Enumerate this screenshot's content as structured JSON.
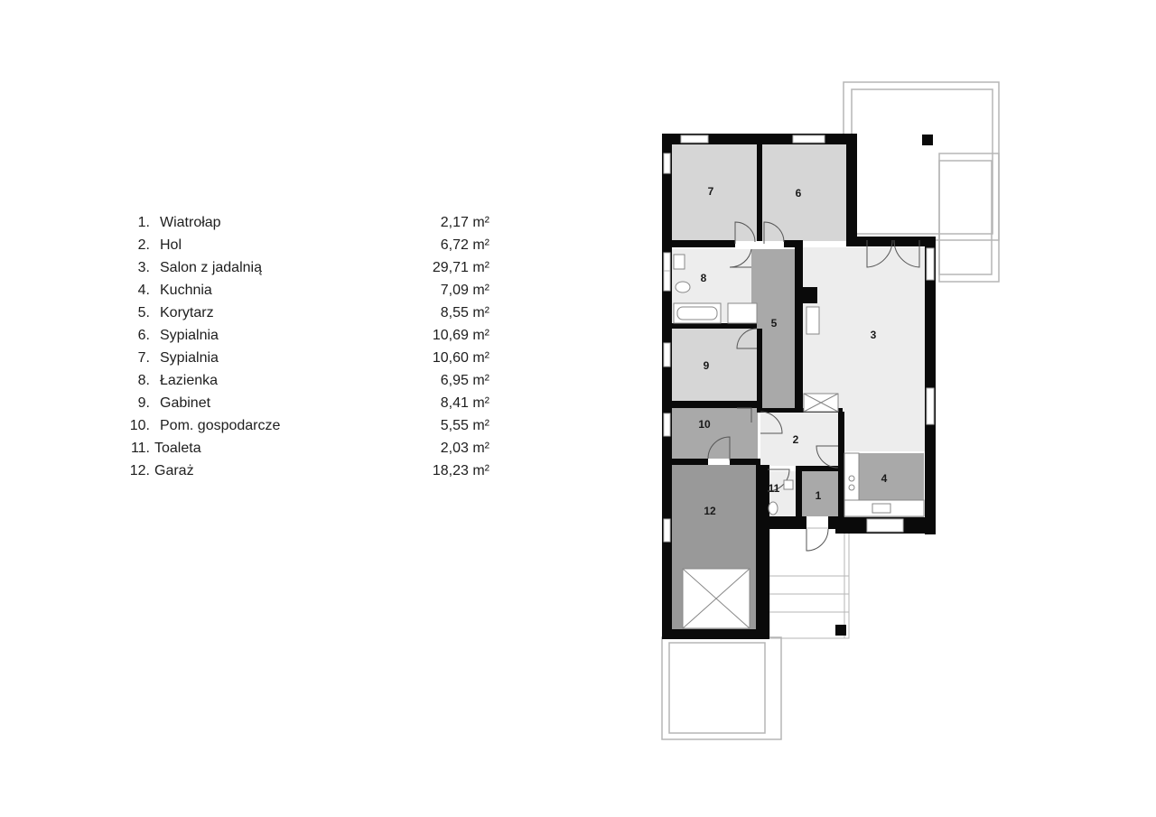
{
  "legend": {
    "rooms": [
      {
        "num": "1.",
        "name": "Wiatrołap",
        "area": "2,17 m²"
      },
      {
        "num": "2.",
        "name": "Hol",
        "area": "6,72 m²"
      },
      {
        "num": "3.",
        "name": "Salon z jadalnią",
        "area": "29,71 m²"
      },
      {
        "num": "4.",
        "name": "Kuchnia",
        "area": "7,09 m²"
      },
      {
        "num": "5.",
        "name": "Korytarz",
        "area": "8,55 m²"
      },
      {
        "num": "6.",
        "name": "Sypialnia",
        "area": "10,69 m²"
      },
      {
        "num": "7.",
        "name": "Sypialnia",
        "area": "10,60 m²"
      },
      {
        "num": "8.",
        "name": "Łazienka",
        "area": "6,95 m²"
      },
      {
        "num": "9.",
        "name": "Gabinet",
        "area": "8,41 m²"
      },
      {
        "num": "10.",
        "name": "Pom. gospodarcze",
        "area": "5,55 m²"
      },
      {
        "num": "11.",
        "name": "Toaleta",
        "area": "2,03 m²"
      },
      {
        "num": "12.",
        "name": "Garaż",
        "area": "18,23 m²"
      }
    ]
  },
  "plan": {
    "room_labels": [
      "1",
      "2",
      "3",
      "4",
      "5",
      "6",
      "7",
      "8",
      "9",
      "10",
      "11",
      "12"
    ],
    "colors": {
      "wall": "#0a0a0a",
      "light": "#ededed",
      "medium": "#d6d6d6",
      "dark": "#a9a9a9",
      "darker": "#999999",
      "outline": "#b5b5b5"
    }
  }
}
